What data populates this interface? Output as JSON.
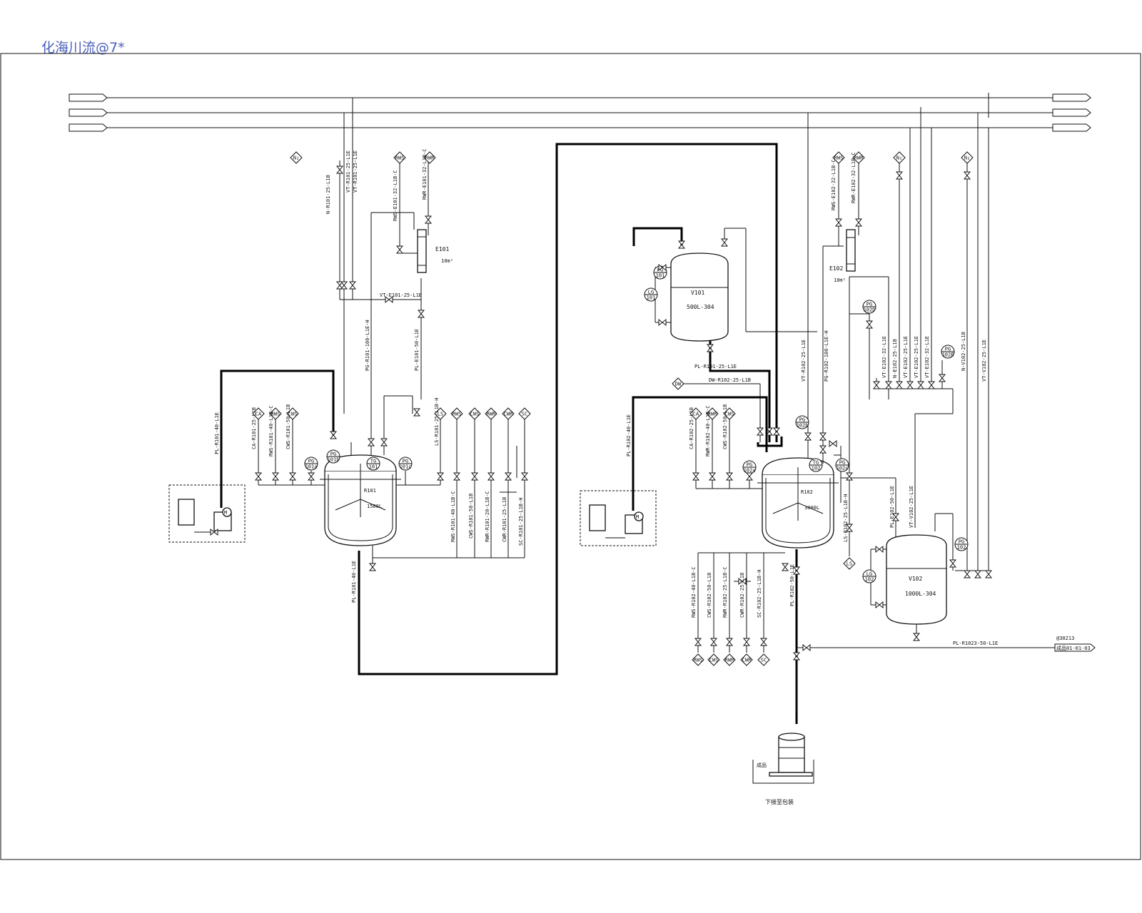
{
  "watermark": "化海川流@7*",
  "headers": {
    "left": [
      "",
      "",
      ""
    ],
    "right": [
      "",
      "",
      ""
    ]
  },
  "equipment": {
    "R101": {
      "tag": "R101",
      "cap": "1500L"
    },
    "R102": {
      "tag": "R102",
      "cap": "3000L"
    },
    "V101": {
      "tag": "V101",
      "spec": "500L-304"
    },
    "V102": {
      "tag": "V102",
      "spec": "1000L-304"
    },
    "E101": {
      "tag": "E101",
      "area": "10m²"
    },
    "E102": {
      "tag": "E102",
      "area": "10m²"
    }
  },
  "instruments": [
    {
      "id": "n2-1",
      "t": "N₂"
    },
    {
      "id": "rws-1",
      "t": "RWS"
    },
    {
      "id": "rwr-1",
      "t": "RWR"
    },
    {
      "id": "rws-2",
      "t": "RWS"
    },
    {
      "id": "rwr-2",
      "t": "RWR"
    },
    {
      "id": "n2-2",
      "t": "N₂"
    },
    {
      "id": "n2-3",
      "t": "N₂"
    },
    {
      "id": "ca-1",
      "t": "CA"
    },
    {
      "id": "rws-3",
      "t": "RWS"
    },
    {
      "id": "cws-1",
      "t": "CWS"
    },
    {
      "id": "ls-1",
      "t": "LS"
    },
    {
      "id": "rws-4",
      "t": "RWS"
    },
    {
      "id": "cws-2",
      "t": "CWS"
    },
    {
      "id": "rwr-3",
      "t": "RWR"
    },
    {
      "id": "cwr-1",
      "t": "CWR"
    },
    {
      "id": "sc-1",
      "t": "SC"
    },
    {
      "id": "ca-2",
      "t": "CA"
    },
    {
      "id": "rwr-4",
      "t": "RWR"
    },
    {
      "id": "cws-3",
      "t": "CWS"
    },
    {
      "id": "dw-1",
      "t": "DW"
    },
    {
      "id": "ls-2",
      "t": "LS"
    },
    {
      "id": "rws-5",
      "t": "RWS"
    },
    {
      "id": "cws-4",
      "t": "CWS"
    },
    {
      "id": "rwr-5",
      "t": "RWR"
    },
    {
      "id": "cwr-2",
      "t": "CWR"
    },
    {
      "id": "sc-2",
      "t": "SC"
    }
  ],
  "gauges": [
    {
      "id": "pg-101a",
      "a": "PG",
      "b": "101a"
    },
    {
      "id": "tg-101",
      "a": "TG",
      "b": "101"
    },
    {
      "id": "pg-101c",
      "a": "PG",
      "b": "101c"
    },
    {
      "id": "pg-101b",
      "a": "PG",
      "b": "101b"
    },
    {
      "id": "pg-v101",
      "a": "PG",
      "b": "101"
    },
    {
      "id": "lg-101",
      "a": "LG",
      "b": "101"
    },
    {
      "id": "pg-102a",
      "a": "PG",
      "b": "102a"
    },
    {
      "id": "tg-102",
      "a": "TG",
      "b": "102"
    },
    {
      "id": "pg-102c",
      "a": "PG",
      "b": "102c"
    },
    {
      "id": "pg-102b",
      "a": "PG",
      "b": "102b"
    },
    {
      "id": "pg-e102",
      "a": "PG",
      "b": "102D"
    },
    {
      "id": "pg-e103",
      "a": "PG",
      "b": "102E"
    },
    {
      "id": "pg-v102",
      "a": "PG",
      "b": "102"
    },
    {
      "id": "lg-102",
      "a": "LG",
      "b": "102"
    }
  ],
  "line_labels": {
    "n_r101": "N-R101-25-L1B",
    "vt_r101a": "VT-R101-25-L1E",
    "vt_r101b": "VT-R101-25-L1E",
    "rws_e101": "RWS-E101-32-L1B-C",
    "rwr_e101": "RWR-E101-32-L1B-C",
    "vt_e101": "VT-E101-25-L1E",
    "pg_r101": "PG-R101-100-L1E-H",
    "pl_e101": "PL-E101-50-L1E",
    "pl_r101_in": "PL-R101-40-L1E",
    "pl_r101_out": "PL-R101-40-L1E",
    "ca_r101": "CA-R101-25-L1B",
    "rws_r101": "RWS-R101-40-L1B-C",
    "cws_r101": "CWS-R101-50-L1B",
    "ls_r101": "LS-R101-25-L1B-H",
    "rws_r101b": "RWS-R101-40-L1B-C",
    "cws_r101b": "CWS-R101-50-L1B",
    "rwr_r101": "RWR-R101-20-L1B-C",
    "cwr_r101": "CWR-R101-25-L1B",
    "sc_r101": "SC-R101-25-L1B-H",
    "pl_v101": "PL-R101-25-L1E",
    "dw_r102": "DW-R102-25-L1B",
    "pl_r102_in": "PL-R102-40-L1E",
    "vt_r102": "VT-R102-25-L1E",
    "pg_r102": "PG-R102-100-L1E-H",
    "rws_e102": "RWS-E102-32-L1B-C",
    "rwr_e102": "RWR-E102-32-L1B-C",
    "vt_e102": "VT-E102-32-L1E",
    "n_e102": "N-E102-25-L1B",
    "vt_e102b": "VT-E102-25-L1E",
    "vt_e102c": "VT-E102-25-L1E",
    "vt_e102d": "VT-E102-32-L1E",
    "ca_r102": "CA-R102-25-L1B",
    "rwr_r102": "RWR-R102-40-L1B-C",
    "cws_r102": "CWS-R102-50-L1B",
    "ls_r102": "LS-R102-25-L1B-H",
    "pl_e102": "PL-E102-50-L1E",
    "vt_v102": "VT-V102-25-L1E",
    "n_v102": "N-V102-25-L1B",
    "vt_v102b": "VT-V102-25-L1E",
    "rws_r102": "RWS-R102-40-L1B-C",
    "cws_r102b": "CWS-R102-50-L1B",
    "rwr_r102b": "RWR-R102-25-L1B-C",
    "cwr_r102": "CWR-R102-25-L1B",
    "sc_r102": "SC-R102-25-L1B-H",
    "pl_r102_out": "PL-R102-50-L1E",
    "pl_r1023": "PL-R1023-50-L1E"
  },
  "callouts": {
    "pump_left": "M",
    "pump_right": "M",
    "ref_code": "@30213",
    "ref_sheet": "成品01-01-03",
    "drum_tag": "成品",
    "bottom_note": "下接至包装"
  }
}
